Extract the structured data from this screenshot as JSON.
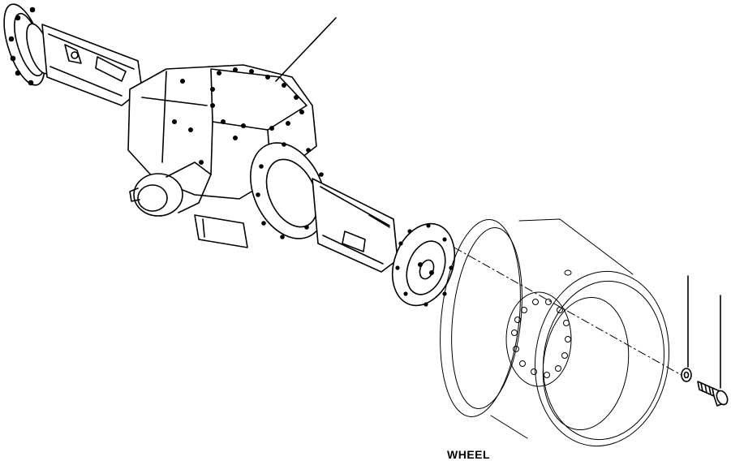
{
  "diagram": {
    "caption": "WHEEL",
    "ink_color": "#000000",
    "background": "#ffffff",
    "parts": [
      {
        "id": "axle-housing",
        "label": ""
      },
      {
        "id": "differential-carrier",
        "label": ""
      },
      {
        "id": "wheel-rim",
        "label": ""
      },
      {
        "id": "washer",
        "label": ""
      },
      {
        "id": "bolt",
        "label": ""
      }
    ]
  }
}
